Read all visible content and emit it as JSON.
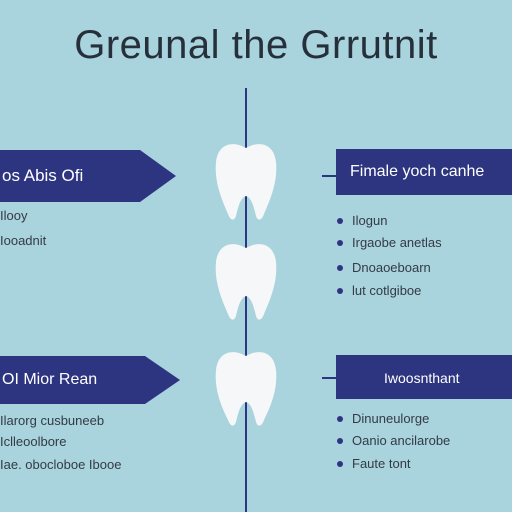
{
  "title": "Greunal the Grrutnit",
  "colors": {
    "background": "#a9d3dd",
    "arrow": "#2d3580",
    "tooth": "#f5f7f8",
    "axis": "#2d3580"
  },
  "icons": [
    "tooth-icon",
    "tooth-icon",
    "tooth-icon"
  ],
  "left_top": {
    "label": "os Abis Ofi",
    "items": [
      "Ilooy",
      "Iooadnit"
    ]
  },
  "right_top": {
    "label": "Fimale yoch canhe",
    "items": [
      "Ilogun",
      "Irgaobe anetlas",
      "Dnoaoeboarn",
      "lut cotlgiboe"
    ]
  },
  "left_bottom": {
    "label": "OI Mior Rean",
    "items": [
      "Ilarorg cusbuneeb",
      "Iclleoolbore",
      "Iae. obocloboe Ibooe"
    ]
  },
  "right_bottom": {
    "label": "Iwoosnthant",
    "items": [
      "Dinuneulorge",
      "Oanio ancilarobe",
      "Faute tont"
    ]
  }
}
